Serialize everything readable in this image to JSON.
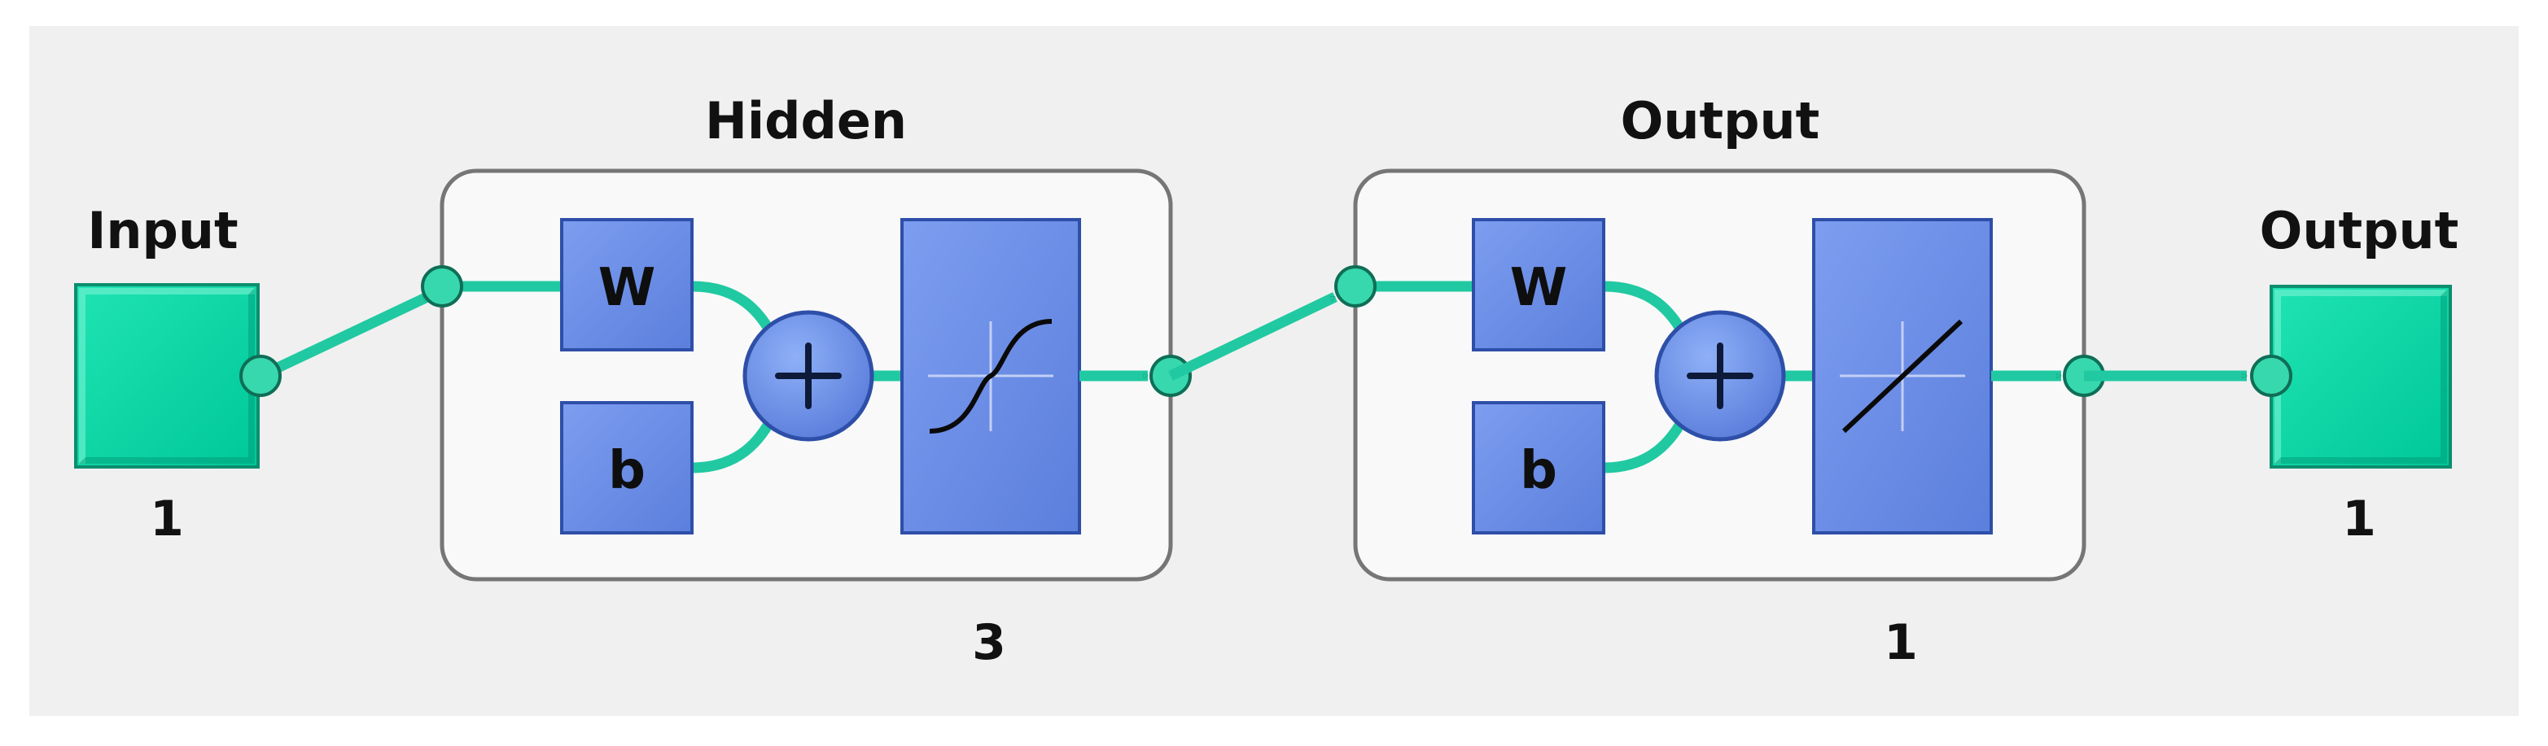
{
  "diagram": {
    "input": {
      "label": "Input",
      "size": "1"
    },
    "hidden": {
      "label": "Hidden",
      "weight": "W",
      "bias": "b",
      "size": "3",
      "transfer": "sigmoid"
    },
    "output_layer": {
      "label": "Output",
      "weight": "W",
      "bias": "b",
      "size": "1",
      "transfer": "linear"
    },
    "output": {
      "label": "Output",
      "size": "1"
    },
    "colors": {
      "background": "#f0f0f0",
      "node_teal": "#00d9a6",
      "block_blue": "#6c8fe8",
      "connection": "#20c9a1",
      "layer_box_border": "#767676",
      "layer_box_fill": "#f9f9f9"
    }
  }
}
